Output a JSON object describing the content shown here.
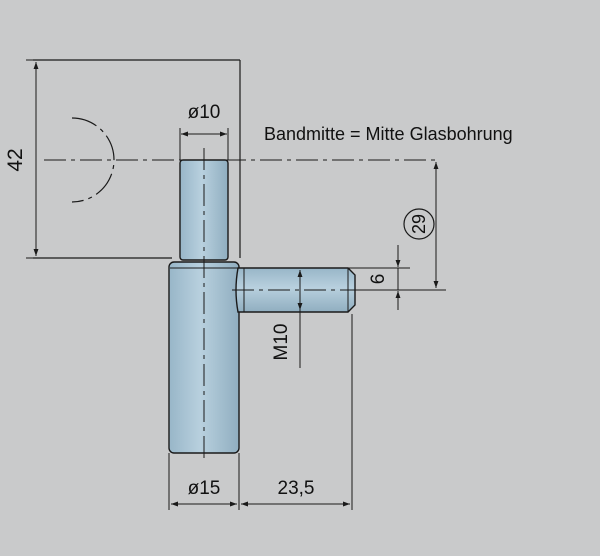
{
  "labels": {
    "height_42": "42",
    "pin_diameter": "ø10",
    "note": "Bandmitte = Mitte Glasbohrung",
    "offset_29": "29",
    "thread_6": "6",
    "thread_m10": "M10",
    "body_diameter": "ø15",
    "length_23_5": "23,5"
  },
  "colors": {
    "background": "#c9cacb",
    "part_fill": "#a9c3d3",
    "line": "#1a1a1a"
  }
}
